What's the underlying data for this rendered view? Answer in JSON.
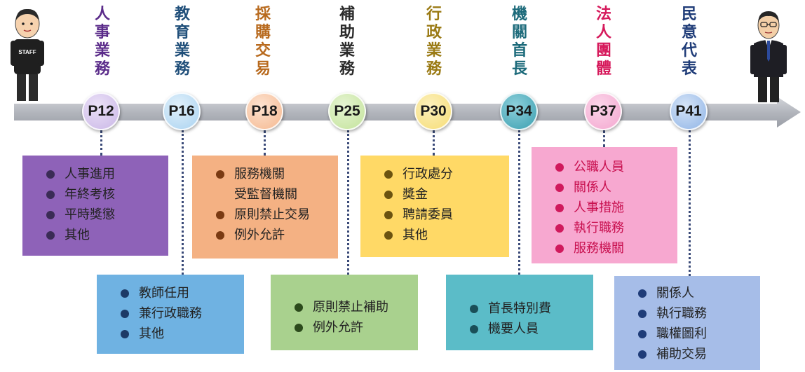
{
  "colors": {
    "arrow": "#b9bcc2",
    "line": "#3a4a78"
  },
  "stages": [
    {
      "title": "人事業務",
      "page": "P12",
      "title_color": "#5b2c8a",
      "node_color": "#c9b6e6",
      "box_color": "#8e62b8",
      "dot_color": "#3a2b55",
      "items": [
        "人事進用",
        "年終考核",
        "平時獎懲",
        "其他"
      ],
      "continued": []
    },
    {
      "title": "教育業務",
      "page": "P16",
      "title_color": "#1f4e79",
      "node_color": "#a9d2f0",
      "box_color": "#6fb2e2",
      "dot_color": "#1d3a66",
      "items": [
        "教師任用",
        "兼行政職務",
        "其他"
      ],
      "continued": []
    },
    {
      "title": "採購交易",
      "page": "P18",
      "title_color": "#b86a1e",
      "node_color": "#f5b88f",
      "box_color": "#f4b183",
      "dot_color": "#7a3a12",
      "items": [
        "服務機關",
        "原則禁止交易",
        "例外允許"
      ],
      "continued": [
        "受監督機關"
      ]
    },
    {
      "title": "補助業務",
      "page": "P25",
      "title_color": "#2b2b2b",
      "node_color": "#c3e39a",
      "box_color": "#a9d18e",
      "dot_color": "#2c4a1c",
      "items": [
        "原則禁止補助",
        "例外允許"
      ],
      "continued": []
    },
    {
      "title": "行政業務",
      "page": "P30",
      "title_color": "#9a7a14",
      "node_color": "#f6dd75",
      "box_color": "#ffd966",
      "dot_color": "#6b5310",
      "items": [
        "行政處分",
        "獎金",
        "聘請委員",
        "其他"
      ],
      "continued": []
    },
    {
      "title": "機關首長",
      "page": "P34",
      "title_color": "#1c6a7a",
      "node_color": "#3a9fb0",
      "box_color": "#5bbcc8",
      "dot_color": "#1a4f58",
      "items": [
        "首長特別費",
        "機要人員"
      ],
      "continued": []
    },
    {
      "title": "法人團體",
      "page": "P37",
      "title_color": "#d61a5c",
      "node_color": "#f4a6cf",
      "box_color": "#f7a8d0",
      "dot_color": "#d0195c",
      "items": [
        "公職人員",
        "關係人",
        "人事措施",
        "執行職務",
        "服務機關"
      ],
      "continued": []
    },
    {
      "title": "民意代表",
      "page": "P41",
      "title_color": "#1f3c78",
      "node_color": "#8fb4e6",
      "box_color": "#a6bde8",
      "dot_color": "#1f3c78",
      "items": [
        "關係人",
        "執行職務",
        "職權圖利",
        "補助交易"
      ],
      "continued": []
    }
  ],
  "people": [
    {
      "name": "staff",
      "shirt_text": "STAFF"
    },
    {
      "name": "representative",
      "shirt_text": ""
    }
  ]
}
